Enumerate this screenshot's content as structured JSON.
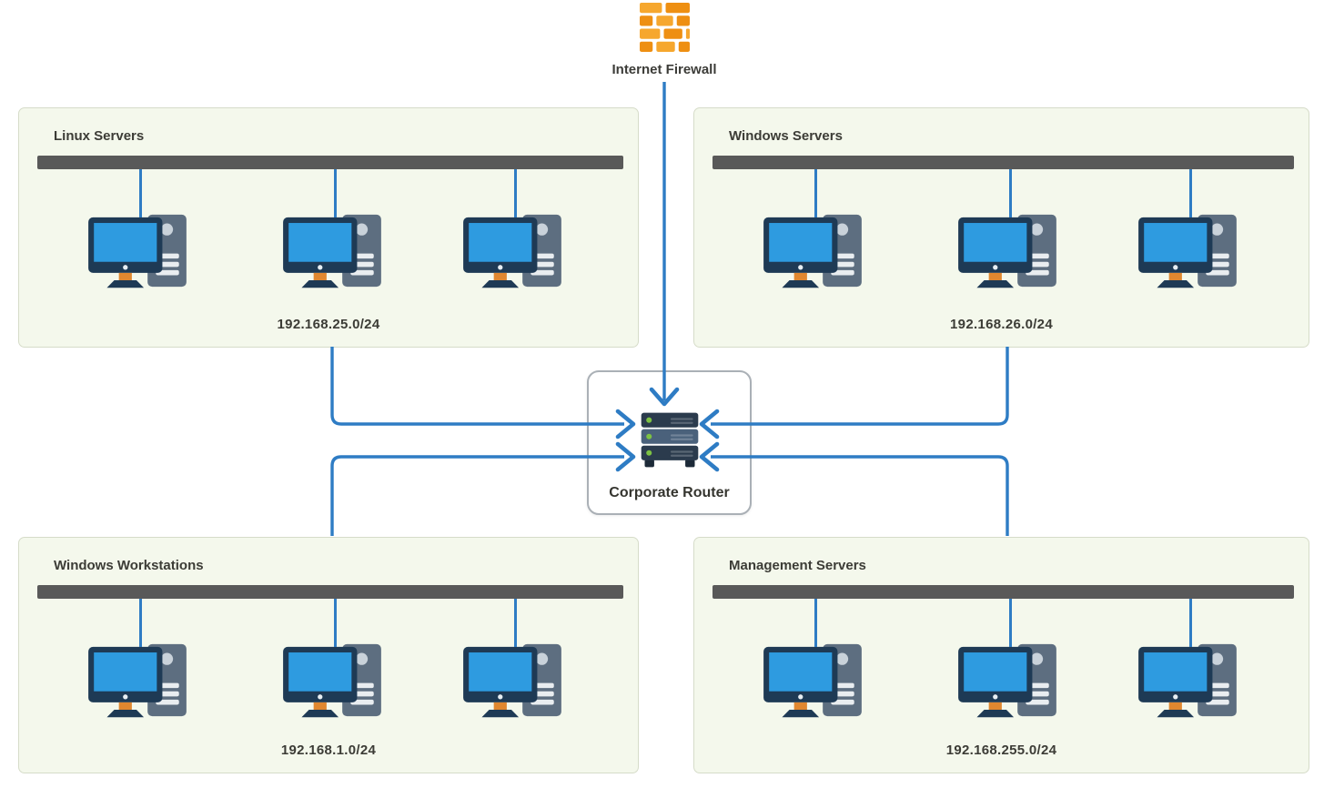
{
  "diagram": {
    "firewall": {
      "label": "Internet Firewall"
    },
    "router": {
      "label": "Corporate Router"
    },
    "zones": [
      {
        "id": "linux-servers",
        "title": "Linux Servers",
        "subnet": "192.168.25.0/24",
        "hosts": 3
      },
      {
        "id": "windows-servers",
        "title": "Windows Servers",
        "subnet": "192.168.26.0/24",
        "hosts": 3
      },
      {
        "id": "windows-workstations",
        "title": "Windows Workstations",
        "subnet": "192.168.1.0/24",
        "hosts": 3
      },
      {
        "id": "management-servers",
        "title": "Management Servers",
        "subnet": "192.168.255.0/24",
        "hosts": 3
      }
    ],
    "links": [
      {
        "from": "internet-firewall",
        "to": "corporate-router"
      },
      {
        "from": "linux-servers",
        "to": "corporate-router"
      },
      {
        "from": "windows-servers",
        "to": "corporate-router"
      },
      {
        "from": "windows-workstations",
        "to": "corporate-router"
      },
      {
        "from": "management-servers",
        "to": "corporate-router"
      }
    ],
    "icons": {
      "firewall": "brick-wall-icon",
      "router": "server-stack-icon",
      "host": "desktop-workstation-icon"
    },
    "colors": {
      "link_blue": "#2e7cc4",
      "zone_background": "#f4f8ec",
      "zone_border": "#d6dcc9",
      "bus_gray": "#595959",
      "firewall_orange_light": "#f6a72e",
      "firewall_orange_dark": "#ee8f12",
      "monitor_frame": "#1e3a55",
      "monitor_screen": "#2e9be0",
      "tower_gray": "#5d6e80",
      "stand_orange": "#e0872f",
      "router_dark": "#2b3b4d",
      "router_mid": "#4a617b",
      "led_green": "#7dc243",
      "label_text": "#3c3c36"
    }
  }
}
